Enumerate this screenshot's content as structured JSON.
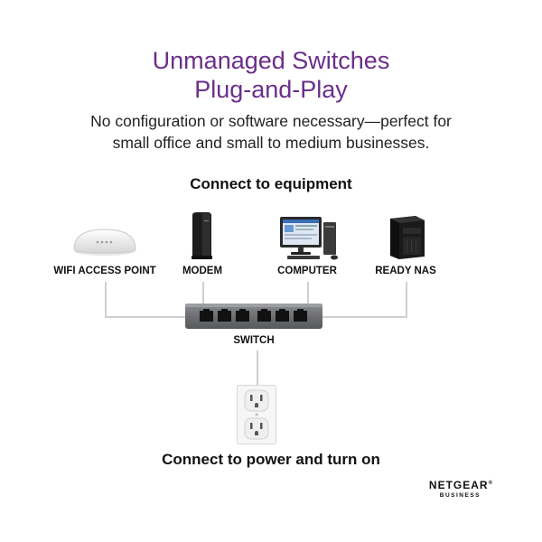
{
  "header": {
    "title_line1": "Unmanaged Switches",
    "title_line2": "Plug-and-Play",
    "subtitle_line1": "No configuration or software necessary—perfect for",
    "subtitle_line2": "small office and small to medium businesses."
  },
  "diagram": {
    "connect_equipment": "Connect to equipment",
    "devices": [
      {
        "label": "WIFI ACCESS POINT",
        "icon": "wifi-access-point-icon"
      },
      {
        "label": "MODEM",
        "icon": "modem-icon"
      },
      {
        "label": "COMPUTER",
        "icon": "computer-icon"
      },
      {
        "label": "READY NAS",
        "icon": "nas-icon"
      }
    ],
    "switch_label": "SWITCH",
    "switch_icon": "network-switch-icon",
    "outlet_icon": "power-outlet-icon",
    "connect_power": "Connect to power and turn on"
  },
  "brand": {
    "name": "NETGEAR",
    "registered": "®",
    "tagline": "BUSINESS"
  },
  "colors": {
    "title": "#6b2e8a",
    "line": "#cfcfcf",
    "switch_body": "#6d6f72"
  }
}
